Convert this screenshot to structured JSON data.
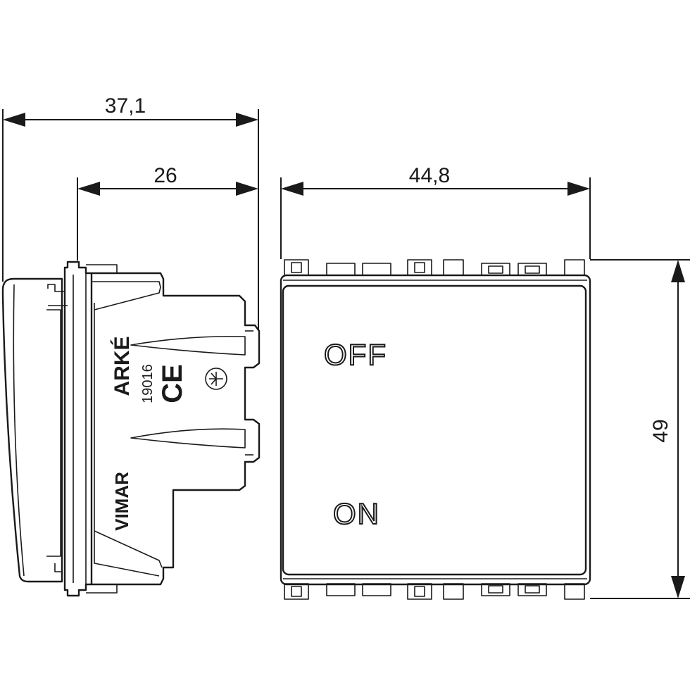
{
  "dimensions": {
    "overall_depth": "37,1",
    "body_depth": "26",
    "width": "44,8",
    "height": "49"
  },
  "side_view": {
    "brand_top": "ARKÉ",
    "product_code": "19016",
    "marking": "CE",
    "brand_bottom": "VIMAR"
  },
  "front_view": {
    "label_off": "OFF",
    "label_on": "ON"
  }
}
